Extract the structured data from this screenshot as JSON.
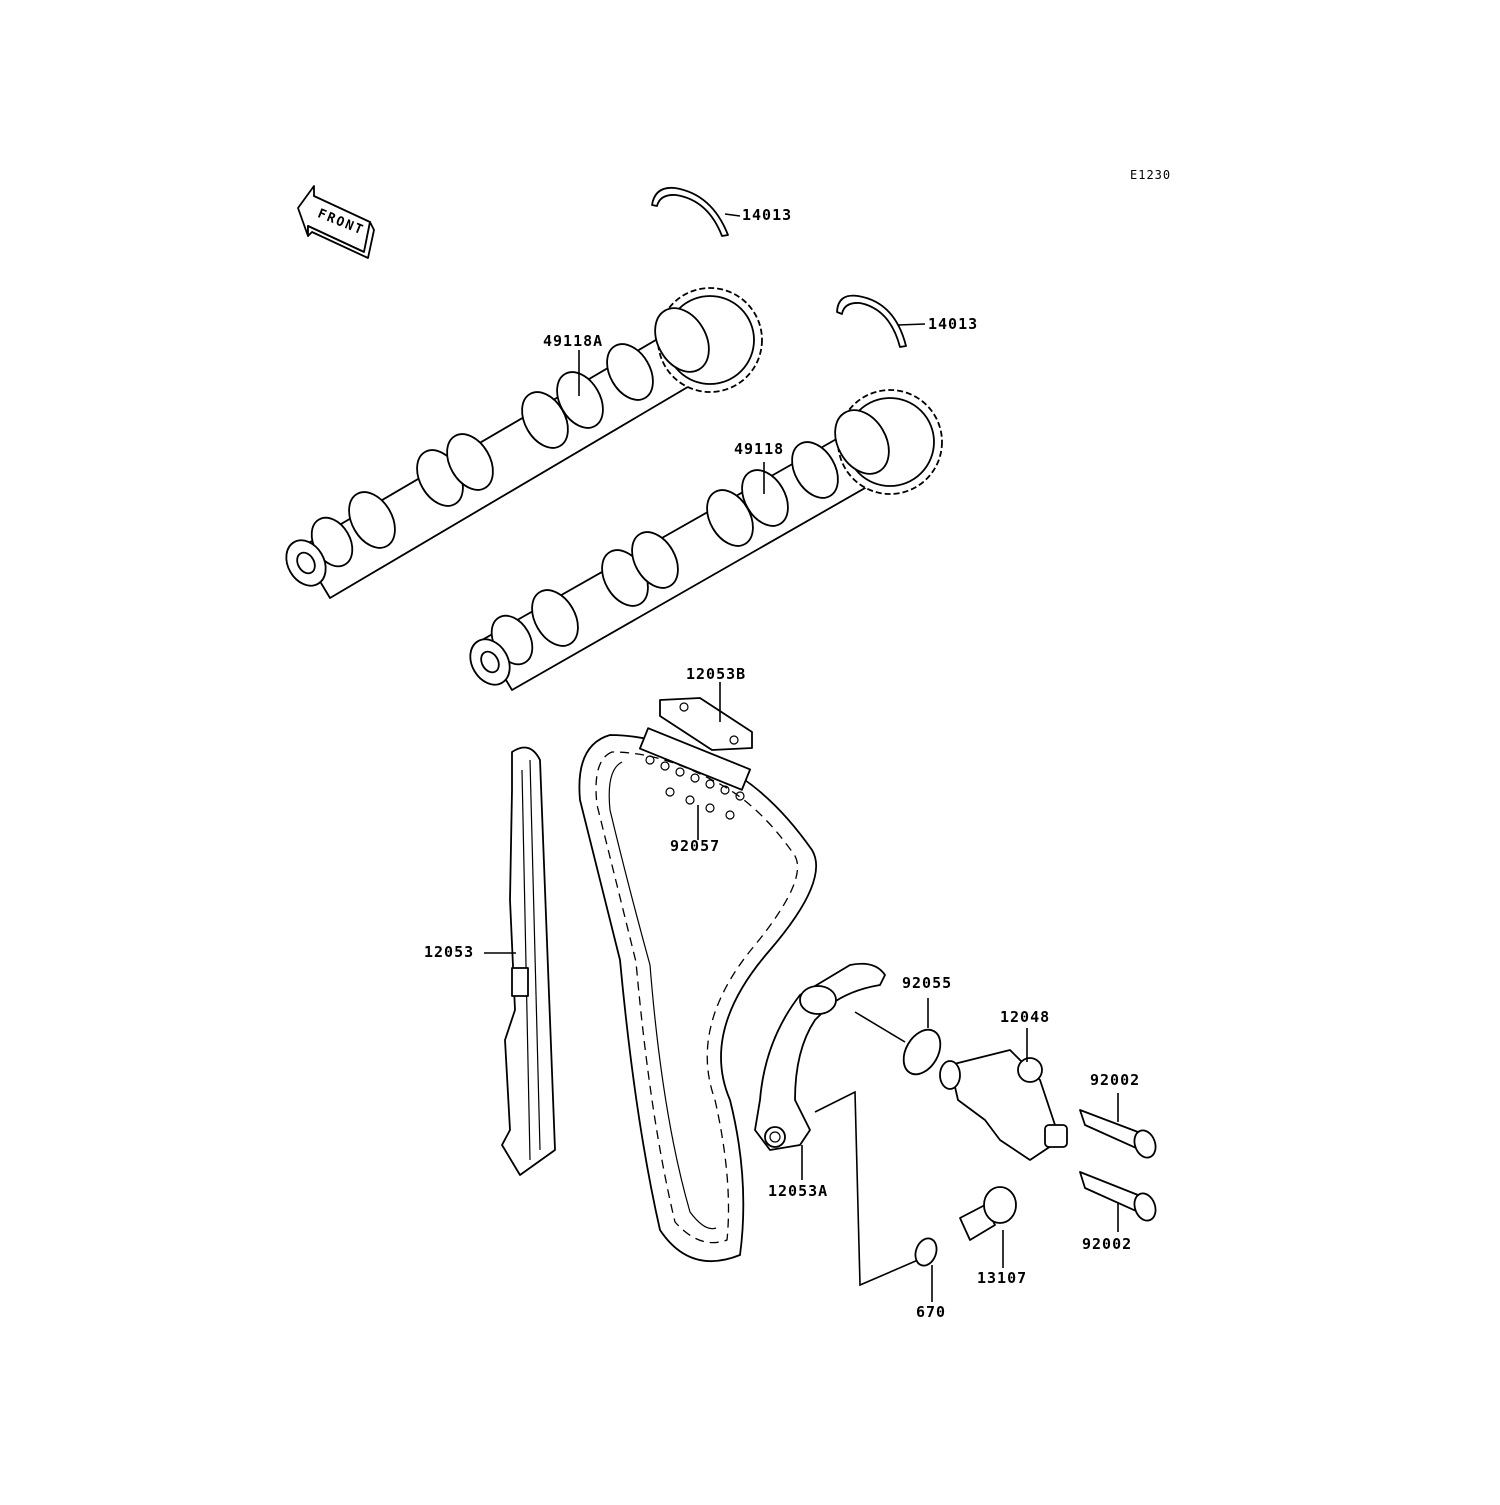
{
  "diagram": {
    "code": "E1230",
    "front_label": "FRONT",
    "parts": {
      "p14013_top": "14013",
      "p14013_right": "14013",
      "p49118A": "49118A",
      "p49118": "49118",
      "p12053B": "12053B",
      "p92057": "92057",
      "p12053": "12053",
      "p92055": "92055",
      "p12048": "12048",
      "p92002_top": "92002",
      "p92002_bottom": "92002",
      "p12053A": "12053A",
      "p13107": "13107",
      "p670": "670"
    }
  }
}
